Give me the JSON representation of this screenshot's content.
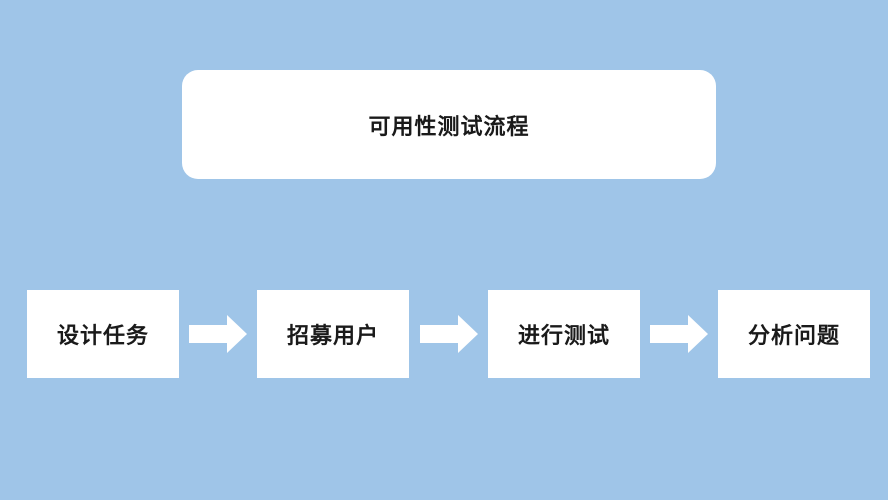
{
  "diagram": {
    "title": "可用性测试流程",
    "steps": [
      {
        "label": "设计任务"
      },
      {
        "label": "招募用户"
      },
      {
        "label": "进行测试"
      },
      {
        "label": "分析问题"
      }
    ]
  },
  "colors": {
    "background": "#9fc5e8",
    "box": "#ffffff",
    "arrow": "#ffffff",
    "text": "#1a1a1a"
  }
}
